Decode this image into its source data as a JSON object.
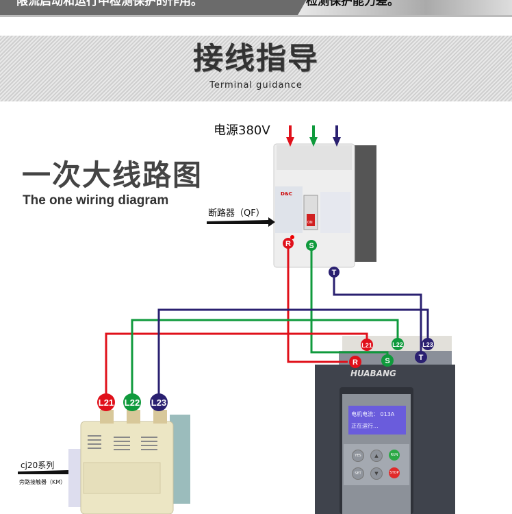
{
  "banner": {
    "left_text": "限流启动和运行中检测保护的作用。",
    "right_text": "检测保护能力差。"
  },
  "section": {
    "title": "接线指导",
    "subtitle": "Terminal guidance"
  },
  "diagram": {
    "title": "一次大线路图",
    "subtitle": "The one wiring diagram",
    "power_label": "电源380V",
    "breaker_label": "断路器（QF）",
    "breaker_brand": "D&C",
    "breaker_switch": "ON",
    "contactor_series": "cj20系列",
    "contactor_label": "旁路接触器（KM）",
    "terminals": {
      "R": "R",
      "S": "S",
      "T": "T",
      "L21": "L21",
      "L22": "L22",
      "L23": "L23"
    },
    "colors": {
      "R": "#e0101a",
      "S": "#0f9a3c",
      "T": "#2a2070"
    }
  },
  "soft_starter": {
    "brand": "HUABANG",
    "lcd_line1": "电机电流： 013A",
    "lcd_line2": "正在运行...",
    "keys": {
      "yes": "YES",
      "up": "▲",
      "run": "RUN",
      "set": "SET",
      "down": "▼",
      "stop": "STOP"
    }
  }
}
